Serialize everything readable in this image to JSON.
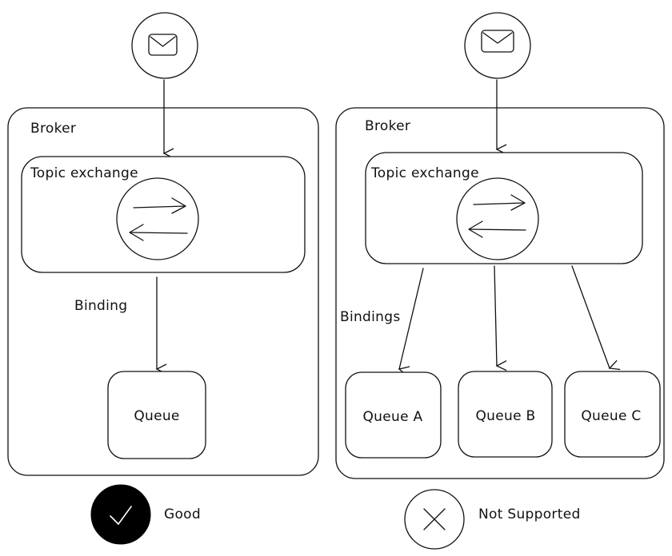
{
  "left": {
    "broker_label": "Broker",
    "exchange_label": "Topic exchange",
    "binding_label": "Binding",
    "queue_label": "Queue",
    "verdict_label": "Good"
  },
  "right": {
    "broker_label": "Broker",
    "exchange_label": "Topic exchange",
    "binding_label": "Bindings",
    "queues": [
      "Queue A",
      "Queue B",
      "Queue C"
    ],
    "verdict_label": "Not Supported"
  },
  "icons": {
    "message": "envelope-icon",
    "exchange": "exchange-arrows-icon",
    "good": "checkmark-icon",
    "bad": "cross-icon"
  },
  "colors": {
    "ink": "#111111",
    "background": "#ffffff",
    "good_fill": "#000000"
  }
}
